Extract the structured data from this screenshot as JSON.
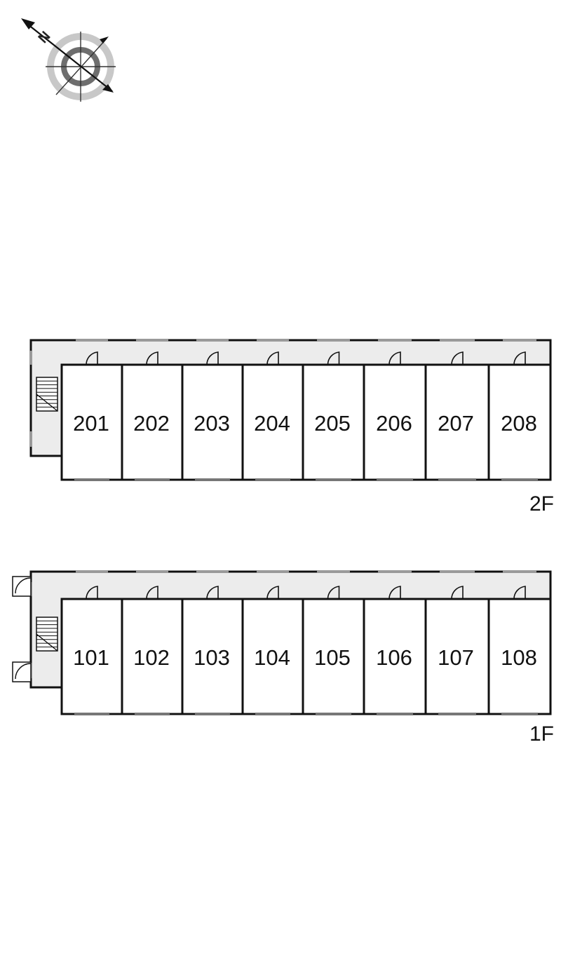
{
  "compass": {
    "north_label": "N",
    "icon": "compass-rose-icon"
  },
  "floors": [
    {
      "label": "2F",
      "rooms": [
        "201",
        "202",
        "203",
        "204",
        "205",
        "206",
        "207",
        "208"
      ]
    },
    {
      "label": "1F",
      "rooms": [
        "101",
        "102",
        "103",
        "104",
        "105",
        "106",
        "107",
        "108"
      ]
    }
  ],
  "colors": {
    "corridor": "#ececec",
    "walls": "#111111",
    "door": "#777777"
  }
}
